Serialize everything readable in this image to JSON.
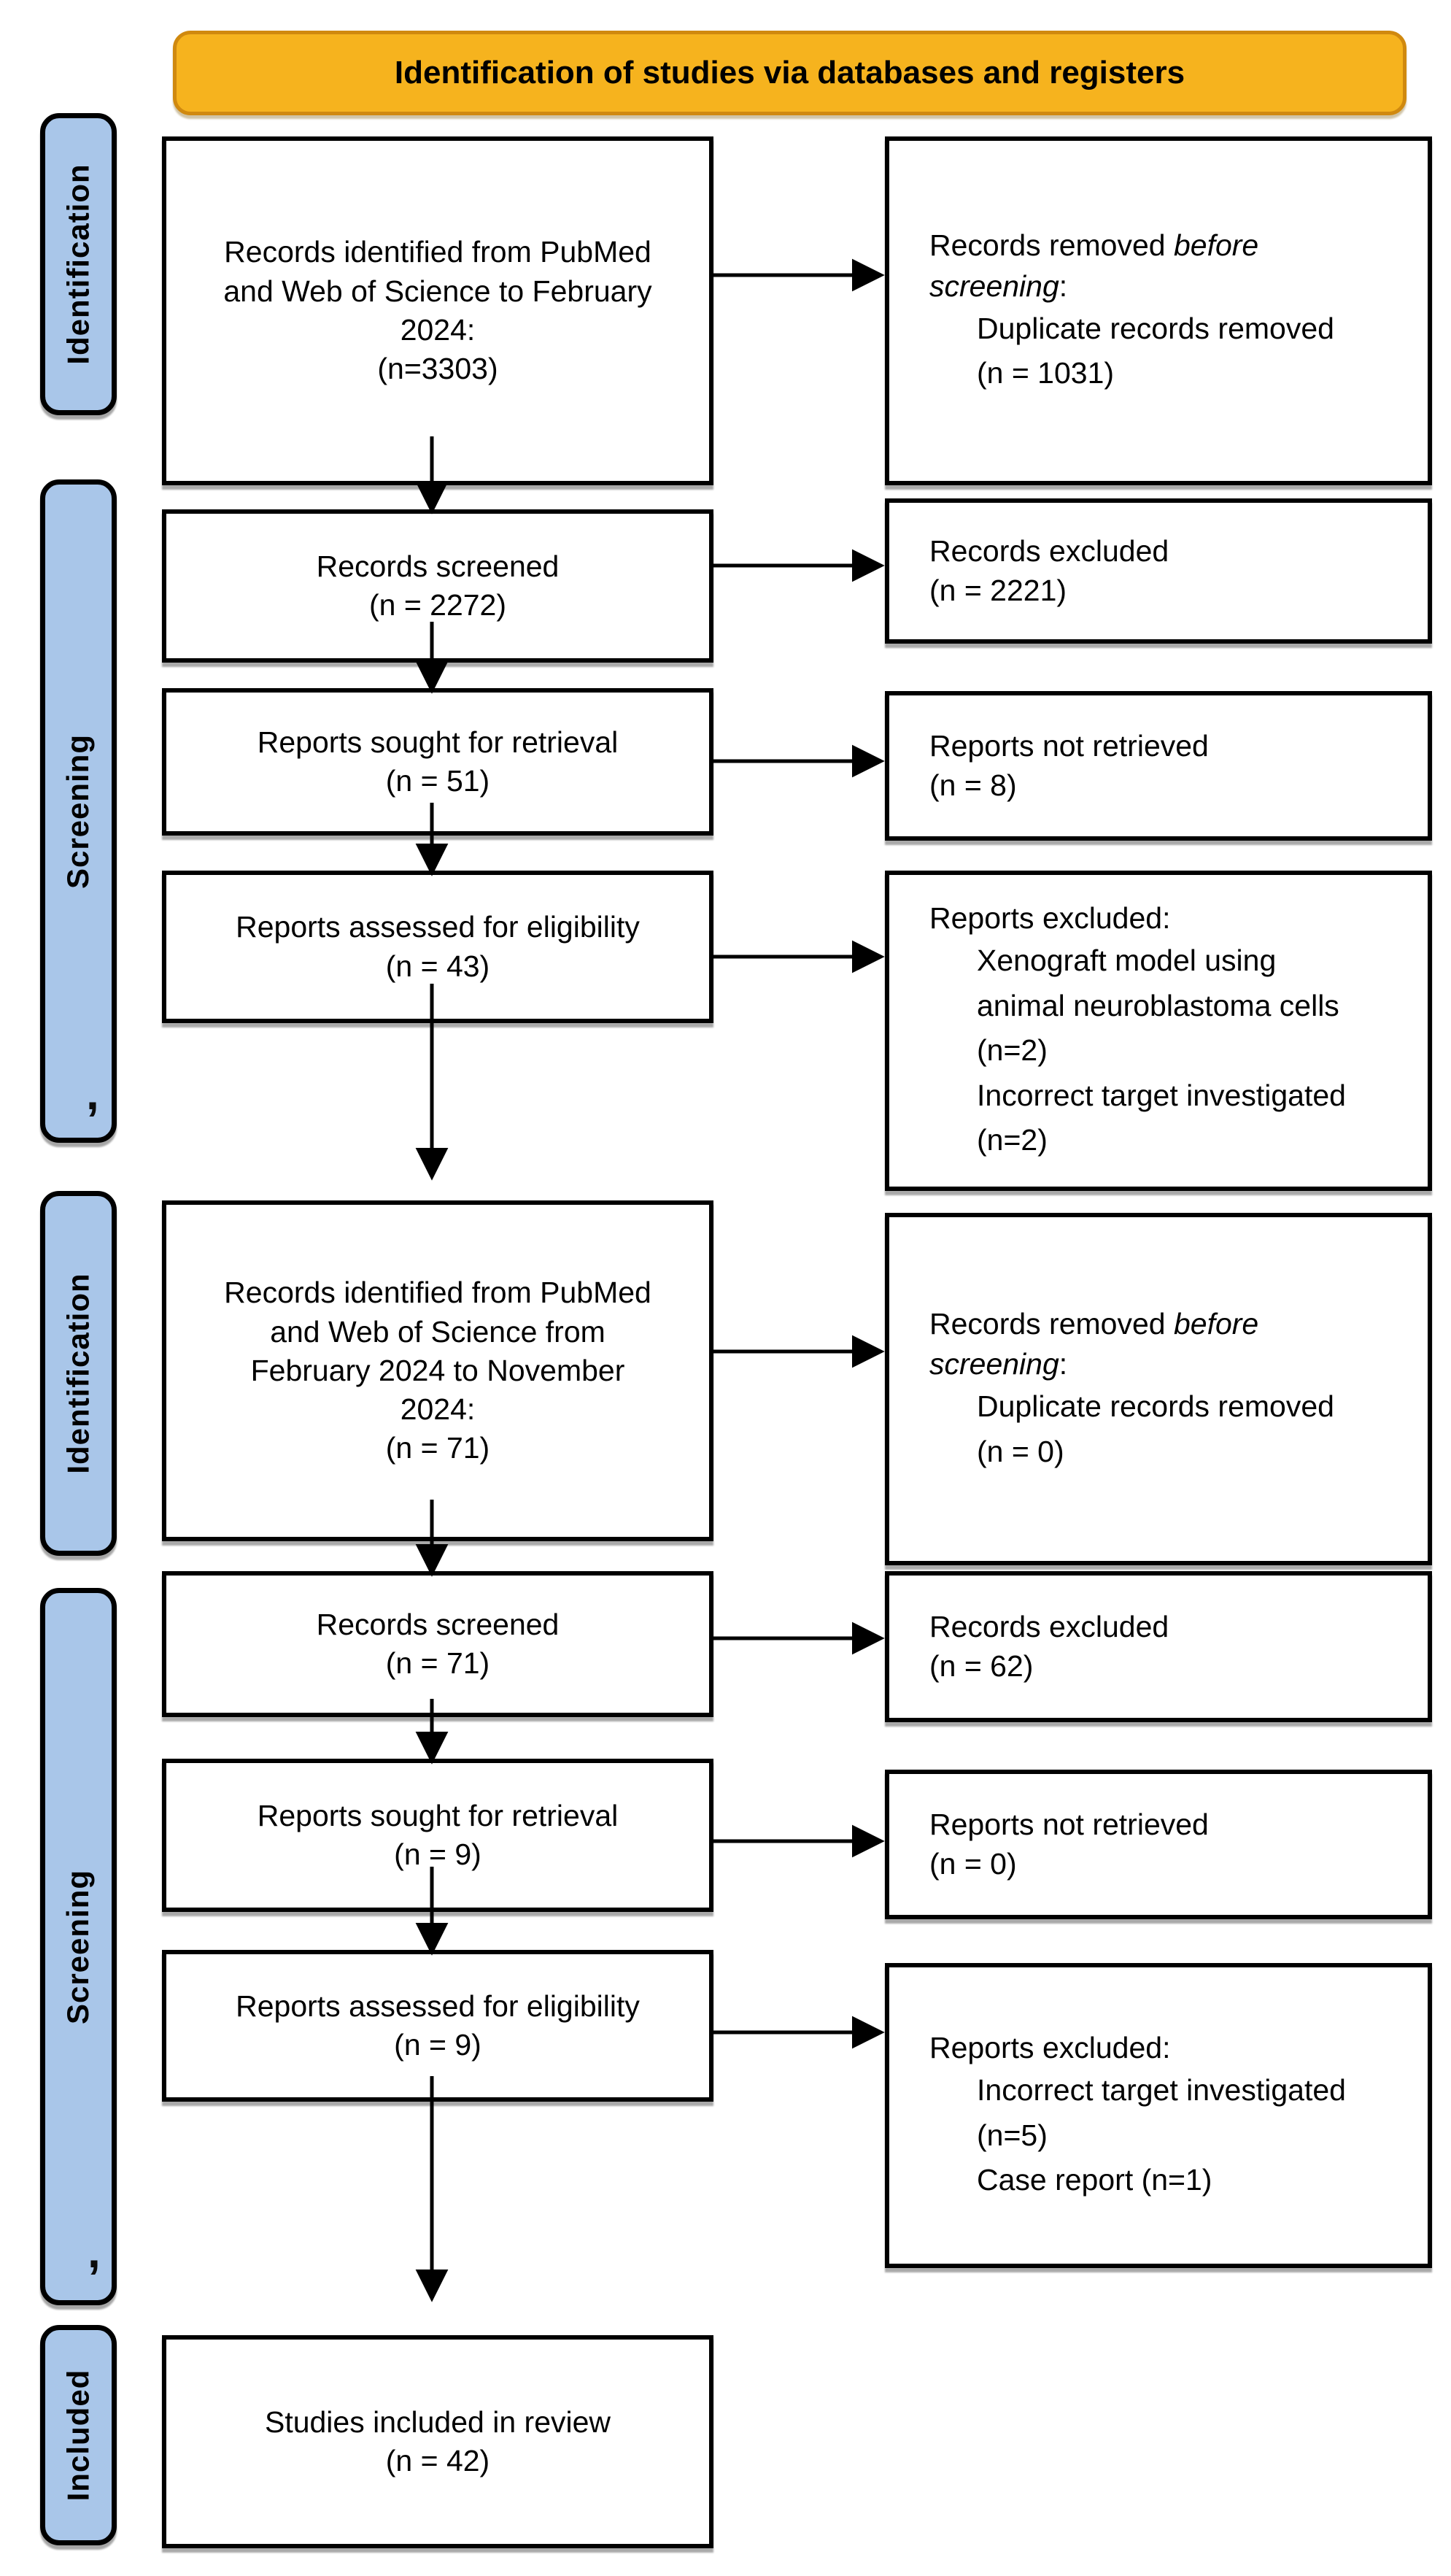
{
  "figure": {
    "type": "prisma-flow-diagram",
    "banner_title": "Identification of studies via databases and registers"
  },
  "colors": {
    "banner_fill": "#F6B31E",
    "banner_border": "#D0890F",
    "sidebar_fill": "#A9C6E9",
    "box_border": "#000000",
    "text": "#000000"
  },
  "sidebar": {
    "identification_top": "Identification",
    "screening_top": "Screening",
    "identification_mid": "Identification",
    "screening_bottom": "Screening",
    "included": "Included",
    "stray_mark": ","
  },
  "boxes": {
    "l1": {
      "lines": [
        "Records identified from PubMed",
        "and Web of Science to February",
        "2024:",
        "(n=3303)"
      ]
    },
    "l2": {
      "lines": [
        "Records screened",
        "(n = 2272)"
      ]
    },
    "l3": {
      "lines": [
        "Reports sought for retrieval",
        "(n = 51)"
      ]
    },
    "l4": {
      "lines": [
        "Reports assessed for eligibility",
        "(n = 43)"
      ]
    },
    "l5": {
      "lines": [
        "Records identified from PubMed",
        "and Web of Science from",
        "February 2024 to November",
        "2024:",
        "(n = 71)"
      ]
    },
    "l6": {
      "lines": [
        "Records screened",
        "(n = 71)"
      ]
    },
    "l7": {
      "lines": [
        "Reports sought for retrieval",
        "(n = 9)"
      ]
    },
    "l8": {
      "lines": [
        "Reports assessed for eligibility",
        "(n = 9)"
      ]
    },
    "l9": {
      "lines": [
        "Studies included in review",
        "(n = 42)"
      ]
    },
    "r1": {
      "head": {
        "normal1": "Records removed ",
        "italic1": "before",
        "italic2": "screening",
        "suffix": ":"
      },
      "details": [
        "Duplicate records removed",
        "(n = 1031)"
      ]
    },
    "r2": {
      "lines": [
        "Records excluded",
        "(n = 2221)"
      ]
    },
    "r3": {
      "lines": [
        "Reports not retrieved",
        "(n = 8)"
      ]
    },
    "r4": {
      "head_text": "Reports excluded:",
      "details": [
        "Xenograft model using",
        "animal neuroblastoma cells",
        "(n=2)",
        "Incorrect target investigated",
        "(n=2)"
      ]
    },
    "r5": {
      "head": {
        "normal1": "Records removed ",
        "italic1": "before",
        "italic2": "screening",
        "suffix": ":"
      },
      "details": [
        "Duplicate records removed",
        "(n = 0)"
      ]
    },
    "r6": {
      "lines": [
        "Records excluded",
        "(n = 62)"
      ]
    },
    "r7": {
      "lines": [
        "Reports not retrieved",
        "(n = 0)"
      ]
    },
    "r8": {
      "head_text": "Reports excluded:",
      "details": [
        "Incorrect target investigated",
        "(n=5)",
        "Case report (n=1)"
      ]
    }
  }
}
